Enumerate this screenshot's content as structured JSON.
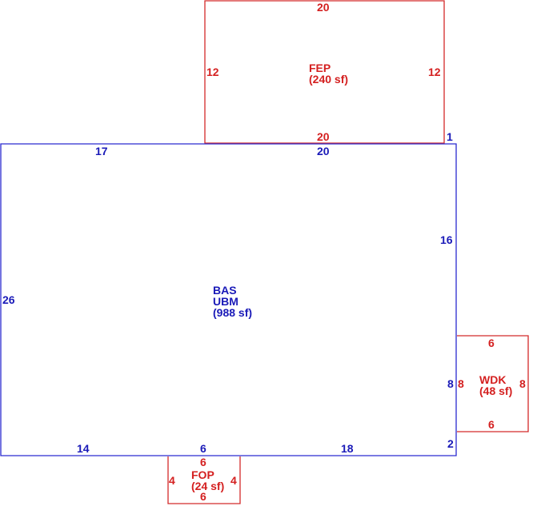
{
  "colors": {
    "main_area": "#1a1ab8",
    "addition_area": "#d42020"
  },
  "areas": {
    "bas": {
      "code": "BAS",
      "subcode": "UBM",
      "area": "(988 sf)",
      "dims": {
        "top_left": "17",
        "top_mid": "20",
        "step": "1",
        "right_upper": "16",
        "right_mid": "8",
        "right_lower": "2",
        "bottom_left": "14",
        "bottom_mid": "6",
        "bottom_right": "18",
        "left": "26"
      }
    },
    "fep": {
      "code": "FEP",
      "area": "(240 sf)",
      "dims": {
        "top": "20",
        "left": "12",
        "right": "12",
        "bottom": "20"
      }
    },
    "wdk": {
      "code": "WDK",
      "area": "(48 sf)",
      "dims": {
        "top": "6",
        "left": "8",
        "right": "8",
        "bottom": "6"
      }
    },
    "fop": {
      "code": "FOP",
      "area": "(24 sf)",
      "dims": {
        "top": "6",
        "left": "4",
        "right": "4",
        "bottom": "6"
      }
    }
  }
}
